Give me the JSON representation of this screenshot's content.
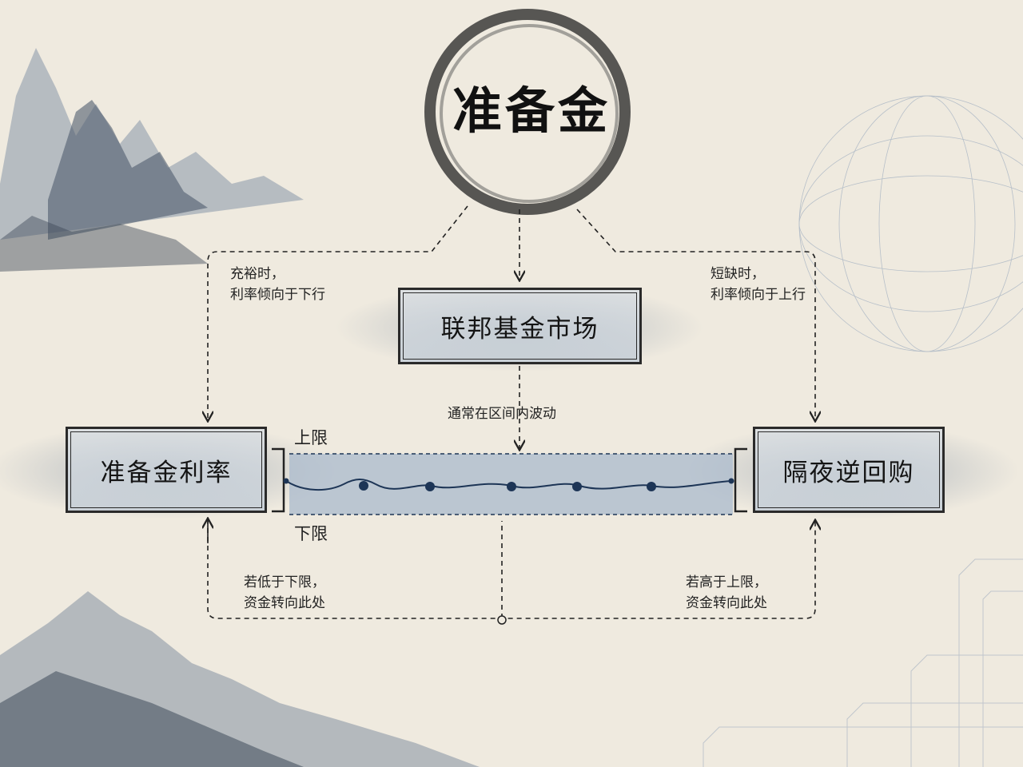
{
  "diagram": {
    "title": "准备金",
    "center_box": "联邦基金市场",
    "left_box": "准备金利率",
    "right_box": "隔夜逆回购",
    "upper_limit": "上限",
    "lower_limit": "下限",
    "fluctuation_note": "通常在区间内波动",
    "left_top_note": [
      "充裕时，",
      "利率倾向于下行"
    ],
    "right_top_note": [
      "短缺时，",
      "利率倾向于上行"
    ],
    "left_bottom_note": [
      "若低于下限，",
      "资金转向此处"
    ],
    "right_bottom_note": [
      "若高于上限，",
      "资金转向此处"
    ]
  },
  "colors": {
    "ink": "#1f1f1f",
    "band": "#a9b9cc",
    "wave": "#1d3556",
    "paper": "#efeadf"
  }
}
